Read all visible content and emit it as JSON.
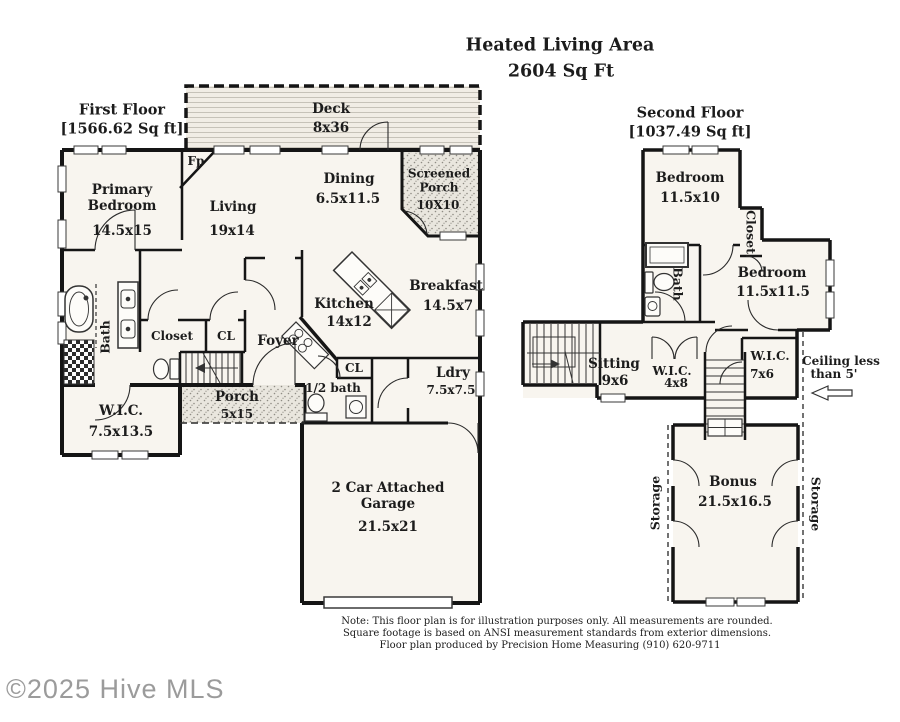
{
  "header": {
    "title_line1": "Heated Living Area",
    "title_line2": "2604 Sq Ft"
  },
  "first_floor": {
    "label": "First Floor",
    "sqft": "[1566.62 Sq ft]",
    "rooms": {
      "deck": {
        "name": "Deck",
        "dim": "8x36"
      },
      "fireplace": "Fp",
      "primary_bedroom": {
        "name": "Primary Bedroom",
        "dim": "14.5x15"
      },
      "living": {
        "name": "Living",
        "dim": "19x14"
      },
      "dining": {
        "name": "Dining",
        "dim": "6.5x11.5"
      },
      "screened_porch": {
        "name": "Screened Porch",
        "dim": "10X10"
      },
      "kitchen": {
        "name": "Kitchen",
        "dim": "14x12"
      },
      "breakfast": {
        "name": "Breakfast",
        "dim": "14.5x7"
      },
      "bath": "Bath",
      "closet": "Closet",
      "cl_closet": "CL",
      "foyer": "Foyer",
      "cl_small": "CL",
      "half_bath": "1/2 bath",
      "laundry": {
        "name": "Ldry",
        "dim": "7.5x7.5"
      },
      "wic": {
        "name": "W.I.C.",
        "dim": "7.5x13.5"
      },
      "porch": {
        "name": "Porch",
        "dim": "5x15"
      },
      "garage": {
        "name": "2 Car Attached Garage",
        "dim": "21.5x21"
      }
    }
  },
  "second_floor": {
    "label": "Second Floor",
    "sqft": "[1037.49 Sq ft]",
    "rooms": {
      "bedroom_top": {
        "name": "Bedroom",
        "dim": "11.5x10"
      },
      "closet": "Closet",
      "bath": "Bath",
      "bedroom_right": {
        "name": "Bedroom",
        "dim": "11.5x11.5"
      },
      "sitting": {
        "name": "Sitting",
        "dim": "9x6"
      },
      "wic_small": {
        "name": "W.I.C.",
        "dim": "4x8"
      },
      "wic_large": {
        "name": "W.I.C.",
        "dim": "7x6"
      },
      "ceiling_note_line1": "Ceiling less",
      "ceiling_note_line2": "than 5'",
      "bonus": {
        "name": "Bonus",
        "dim": "21.5x16.5"
      },
      "storage_left": "Storage",
      "storage_right": "Storage"
    }
  },
  "footer": {
    "note_line1": "Note: This floor plan is for illustration purposes only. All measurements are  rounded.",
    "note_line2": "Square footage is based on ANSI measurement standards from exterior dimensions.",
    "note_line3": "Floor plan produced by Precision Home Measuring (910) 620-9711",
    "watermark": "©2025 Hive MLS"
  },
  "colors": {
    "wall": "#151515",
    "background": "#ffffff",
    "watermark": "#9b9b9b"
  }
}
